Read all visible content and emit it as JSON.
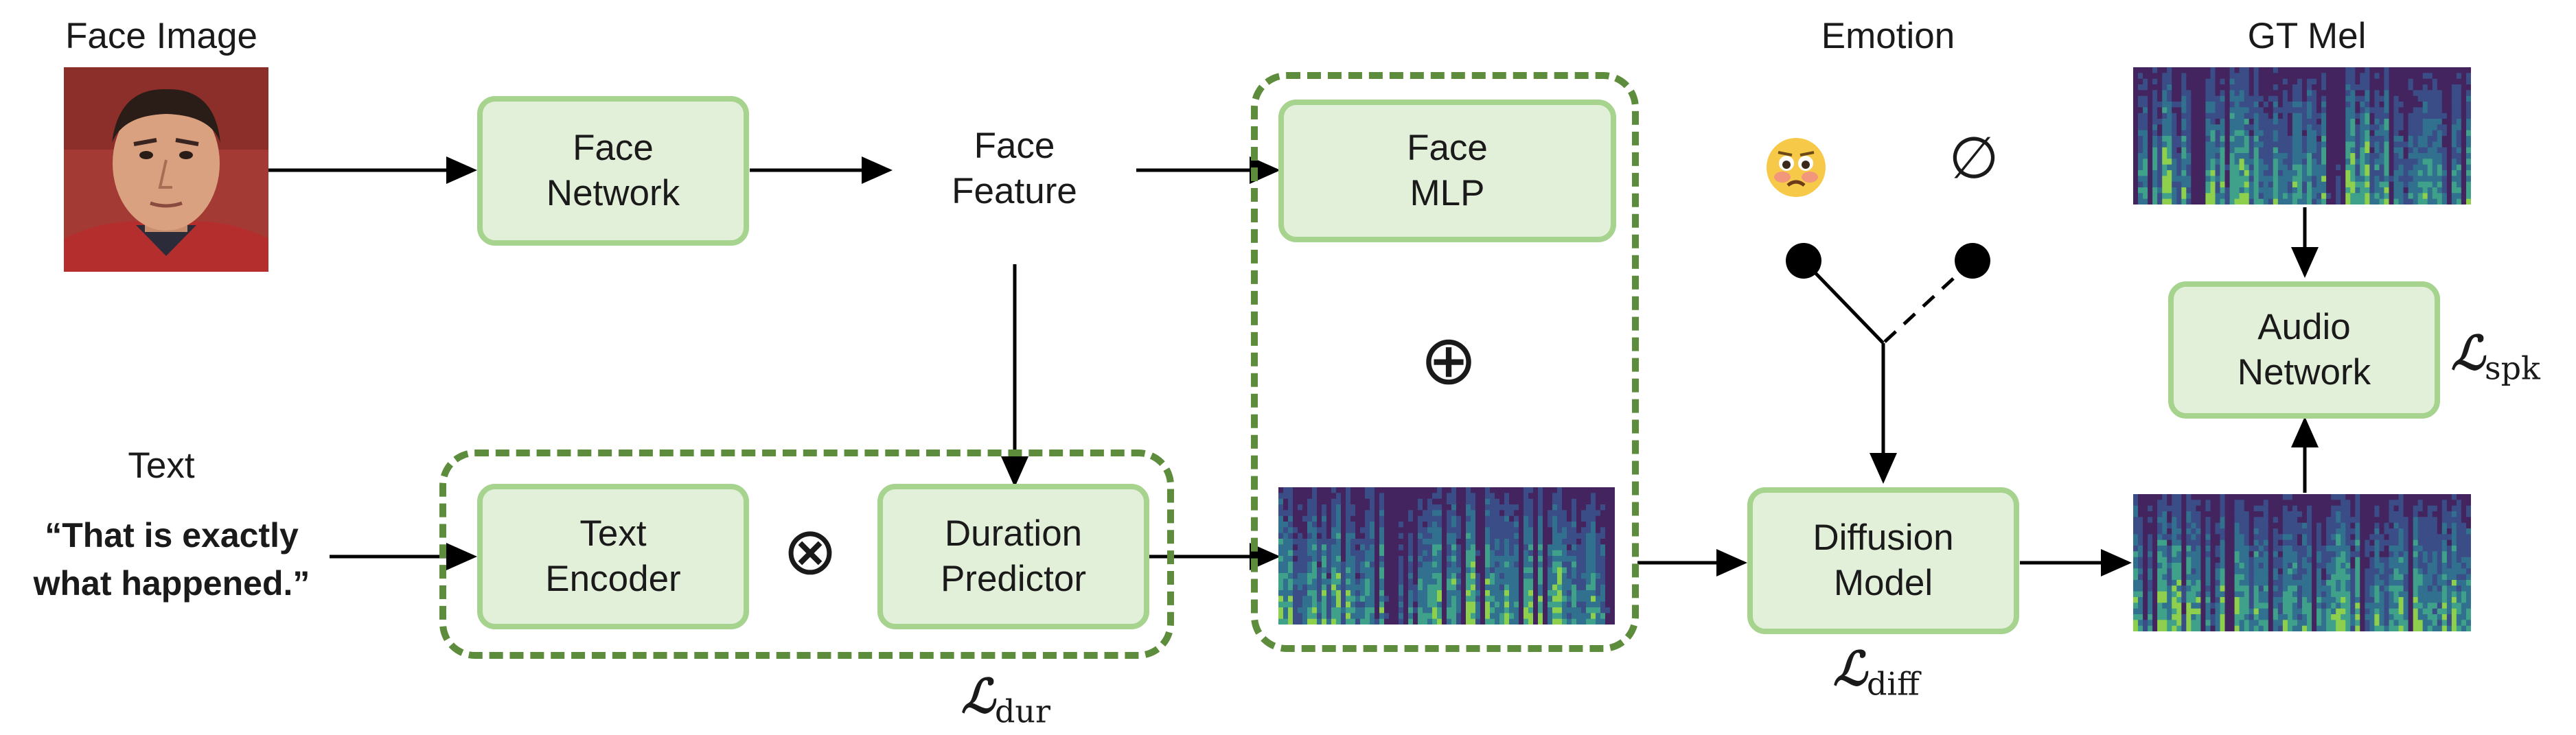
{
  "labels": {
    "face_image": "Face Image",
    "text": "Text",
    "quote_line1": "“That is exactly",
    "quote_line2": "what happened.”",
    "face_feature_line1": "Face",
    "face_feature_line2": "Feature",
    "emotion": "Emotion",
    "null_symbol": "∅",
    "gt_mel": "GT Mel",
    "oplus": "⊕",
    "otimes": "⊗"
  },
  "boxes": {
    "face_network": [
      "Face",
      "Network"
    ],
    "face_mlp": [
      "Face",
      "MLP"
    ],
    "text_encoder": [
      "Text",
      "Encoder"
    ],
    "duration_predictor": [
      "Duration",
      "Predictor"
    ],
    "diffusion_model": [
      "Diffusion",
      "Model"
    ],
    "audio_network": [
      "Audio",
      "Network"
    ]
  },
  "losses": {
    "dur": {
      "main": "ℒ",
      "sub": "dur"
    },
    "diff": {
      "main": "ℒ",
      "sub": "diff"
    },
    "spk": {
      "main": "ℒ",
      "sub": "spk"
    }
  },
  "colors": {
    "box_fill": "#e3f0d9",
    "box_border": "#a6d38e",
    "dashed_border": "#5d8c3c",
    "mel_base": "#3a5f8c",
    "mel_bright": "#8ed04d"
  },
  "icons": {
    "face_photo": "face-photo",
    "emotion_face": "worried-face-emoji"
  }
}
